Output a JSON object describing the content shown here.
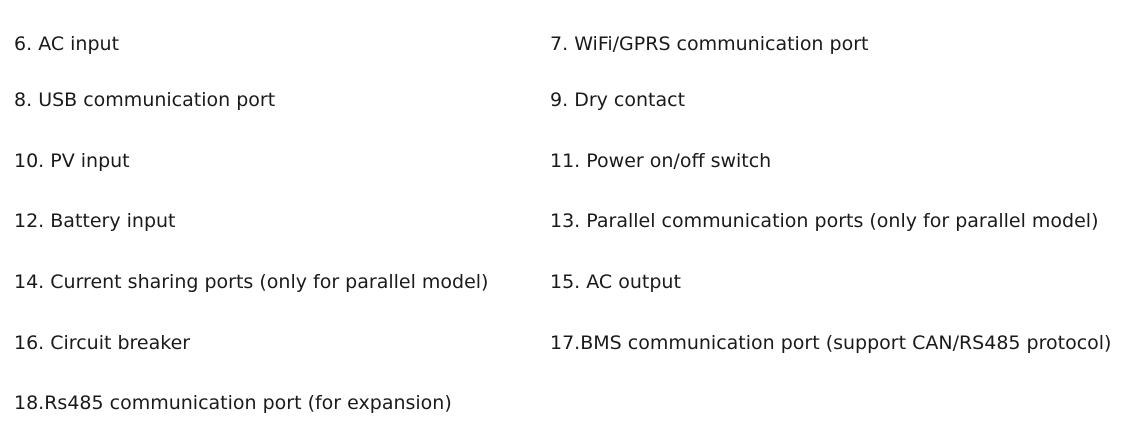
{
  "items": [
    {
      "number": "6.",
      "label": "AC input"
    },
    {
      "number": "7.",
      "label": "WiFi/GPRS communication port"
    },
    {
      "number": "8.",
      "label": "USB communication port"
    },
    {
      "number": "9.",
      "label": "Dry contact"
    },
    {
      "number": "10.",
      "label": "PV input"
    },
    {
      "number": "11.",
      "label": "Power on/off switch"
    },
    {
      "number": "12.",
      "label": "Battery input"
    },
    {
      "number": "13.",
      "label": "Parallel communication ports (only for parallel model)"
    },
    {
      "number": "14.",
      "label": "Current sharing ports (only for parallel model)"
    },
    {
      "number": "15.",
      "label": "AC output"
    },
    {
      "number": "16.",
      "label": "Circuit breaker"
    },
    {
      "number": "17.",
      "label": "BMS communication port (support CAN/RS485 protocol)"
    },
    {
      "number": "18.",
      "label": "Rs485 communication port (for expansion)"
    }
  ]
}
